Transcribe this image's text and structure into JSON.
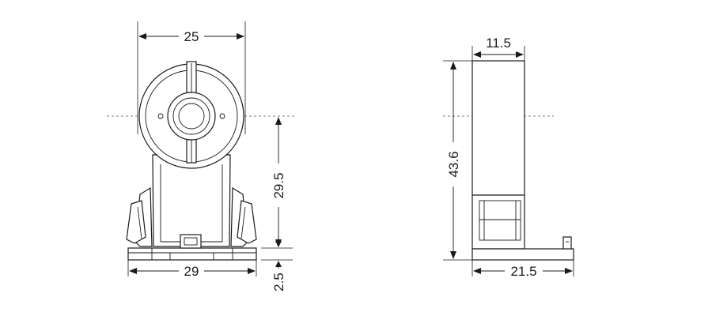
{
  "front_view": {
    "dimensions": {
      "width_top": "25",
      "width_base": "29",
      "center_height": "29.5",
      "base_thickness": "2.5"
    }
  },
  "side_view": {
    "dimensions": {
      "body_width": "11.5",
      "base_width": "21.5",
      "total_height": "43.6"
    }
  }
}
